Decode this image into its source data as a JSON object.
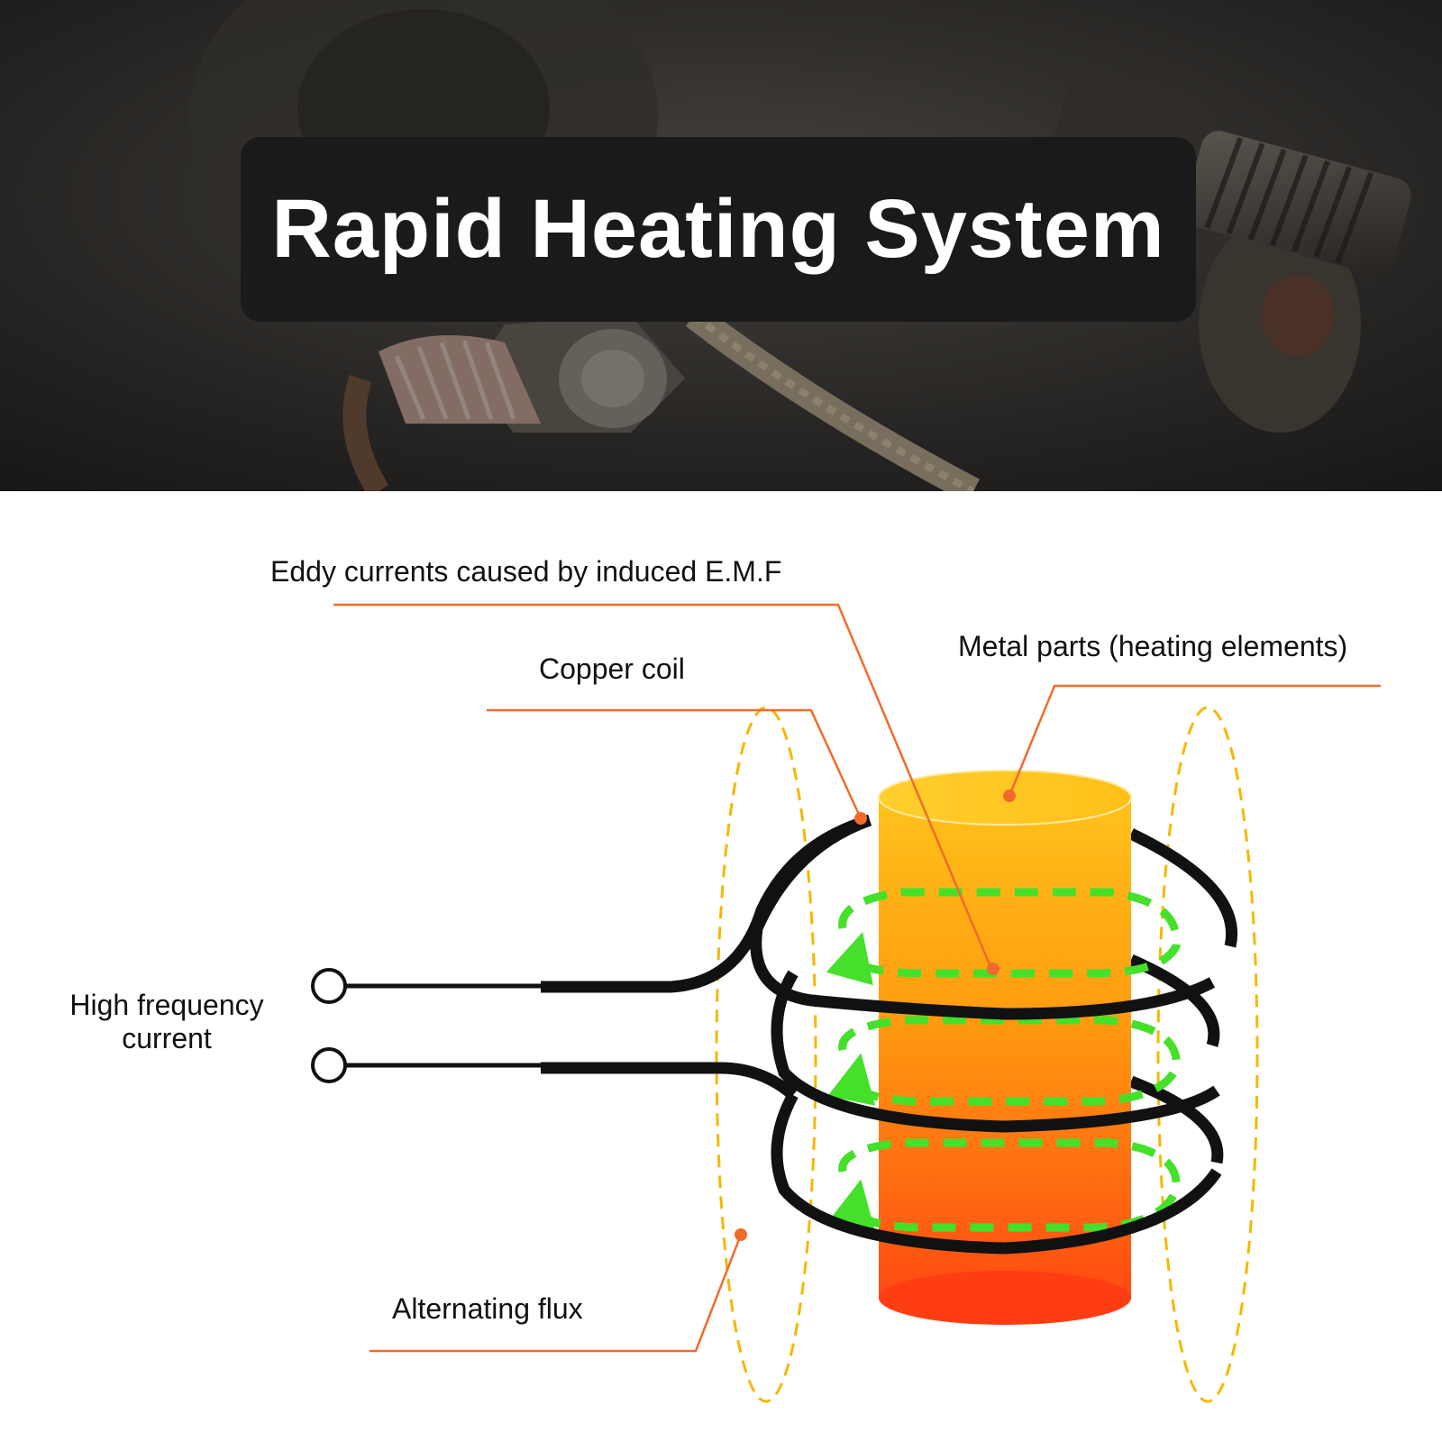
{
  "title": "Rapid Heating System",
  "labels": {
    "eddy": "Eddy currents caused by induced E.M.F",
    "coil": "Copper coil",
    "metal": "Metal parts (heating elements)",
    "current_line1": "High frequency",
    "current_line2": "current",
    "flux": "Alternating flux"
  },
  "colors": {
    "leader": "#f26a2b",
    "flux": "#f5b800",
    "eddy": "#44e02a",
    "coil": "#111111",
    "title_bg": "#1a1a1a"
  }
}
